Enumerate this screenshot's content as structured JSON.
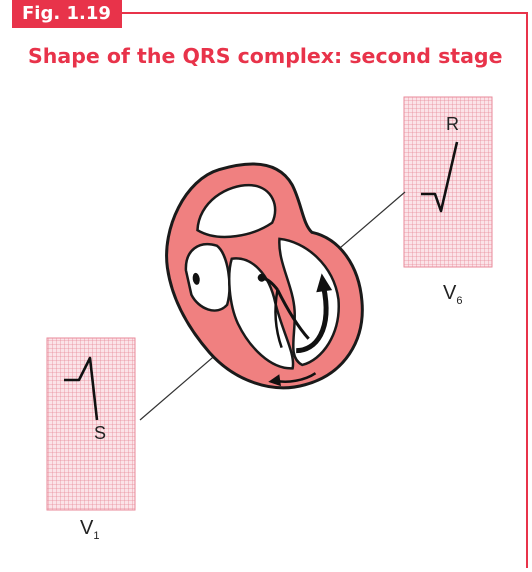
{
  "figure": {
    "tag": "Fig. 1.19",
    "title": "Shape of the QRS complex: second stage",
    "accent_color": "#e8334a",
    "heart_fill": "#f08080",
    "grid_color": "#e88a9a"
  },
  "leads": {
    "v6": {
      "name": "V",
      "sub": "6",
      "wave_label": "R"
    },
    "v1": {
      "name": "V",
      "sub": "1",
      "wave_label": "S"
    }
  }
}
